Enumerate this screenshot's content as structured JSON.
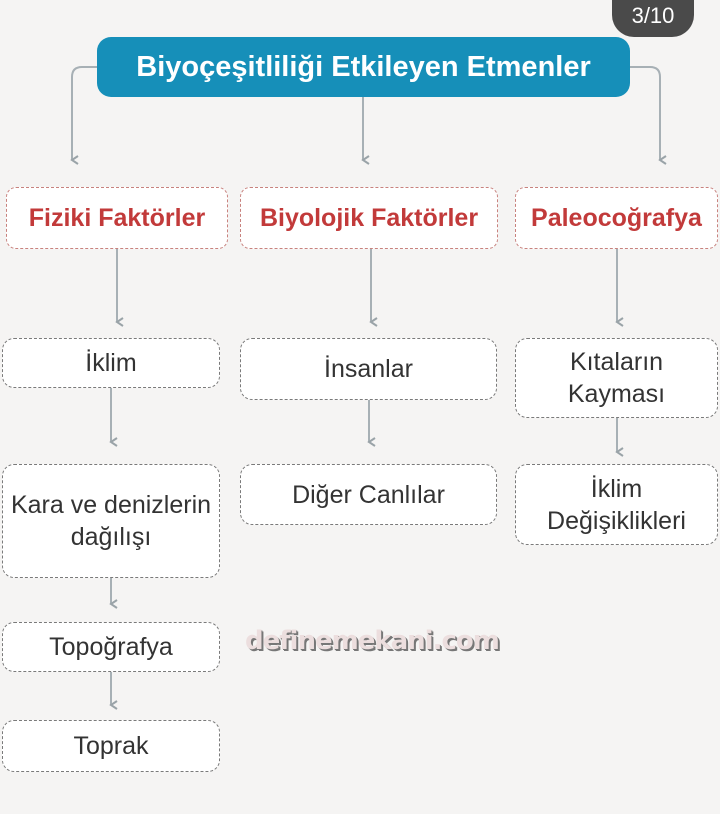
{
  "page_counter": "3/10",
  "title": "Biyoçeşitliliği Etkileyen Etmenler",
  "categories": [
    {
      "label": "Fiziki Faktörler",
      "children": [
        "İklim",
        "Kara ve denizlerin dağılışı",
        "Topoğrafya",
        "Toprak"
      ]
    },
    {
      "label": "Biyolojik Faktörler",
      "children": [
        "İnsanlar",
        "Diğer Canlılar"
      ]
    },
    {
      "label": "Paleocoğrafya",
      "children": [
        "Kıtaların Kayması",
        "İklim Değişiklikleri"
      ]
    }
  ],
  "watermark": "definemekani.com",
  "colors": {
    "title_bg": "#168fb9",
    "category_text": "#c23a3a",
    "background": "#f5f4f3"
  }
}
